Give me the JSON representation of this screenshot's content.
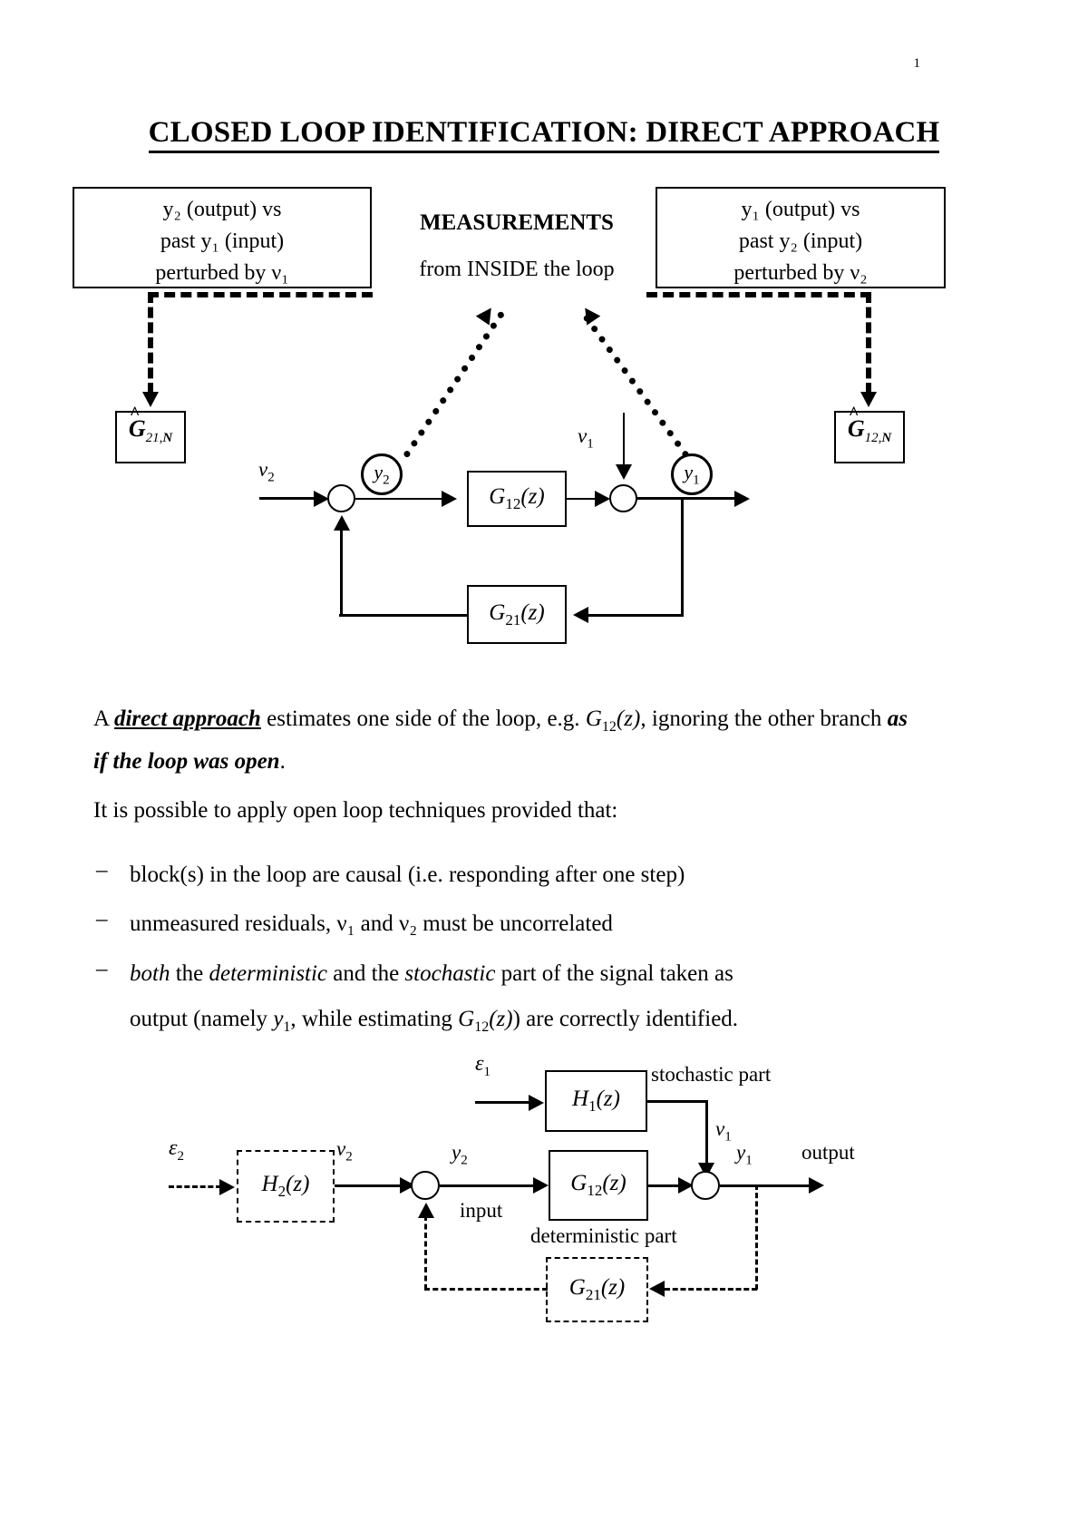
{
  "page": {
    "number": "1",
    "title": "CLOSED LOOP IDENTIFICATION: DIRECT APPROACH"
  },
  "top_section": {
    "left_box": {
      "line1": "y₂ (output) vs",
      "line2": "past y₁ (input)",
      "line3": "perturbed by ν₁"
    },
    "center": {
      "title": "MEASUREMENTS",
      "subtitle": "from INSIDE the loop"
    },
    "right_box": {
      "line1": "y₁ (output) vs",
      "line2": "past y₂ (input)",
      "line3": "perturbed by ν₂"
    },
    "estimate_left": "Ĝ21,N",
    "estimate_right": "Ĝ12,N"
  },
  "loop_diagram": {
    "input_label": "ν2",
    "signal_y2": "y2",
    "signal_y1": "y1",
    "noise_label": "ν1",
    "forward_block": "G12(z)",
    "feedback_block": "G21(z)"
  },
  "body": {
    "para1": {
      "prefix": "A ",
      "emph": "direct approach",
      "mid": " estimates one side of the loop, e.g. ",
      "math": "G12(z)",
      "mid2": ", ignoring the other branch ",
      "emph2": "as if the loop was open",
      "suffix": "."
    },
    "para2": "It is possible to apply open loop techniques provided that:",
    "bullets": [
      {
        "marker": "–",
        "text": "block(s) in the loop are causal (i.e. responding after one step)"
      },
      {
        "marker": "–",
        "text": "unmeasured residuals, ν₁ and ν₂ must be uncorrelated"
      },
      {
        "marker": "–",
        "line1_a": "both",
        "line1_b": " the ",
        "line1_c": "deterministic",
        "line1_d": " and the ",
        "line1_e": "stochastic",
        "line1_f": " part of the signal taken as",
        "line2_a": "output (namely ",
        "line2_math1": "y1",
        "line2_b": ", while estimating ",
        "line2_math2": "G12(z)",
        "line2_c": ") are correctly identified."
      }
    ]
  },
  "bottom_diagram": {
    "eps1": "ε1",
    "eps2": "ε2",
    "h1_block": "H1(z)",
    "h2_block": "H2(z)",
    "g12_block": "G12(z)",
    "g21_block": "G21(z)",
    "stochastic_label": "stochastic part",
    "deterministic_label": "deterministic part",
    "v1_label": "ν1",
    "v2_label": "ν2",
    "y2_label": "y2",
    "y1_label": "y1",
    "input_label": "input",
    "output_label": "output"
  },
  "colors": {
    "ink": "#000000",
    "paper": "#ffffff"
  }
}
